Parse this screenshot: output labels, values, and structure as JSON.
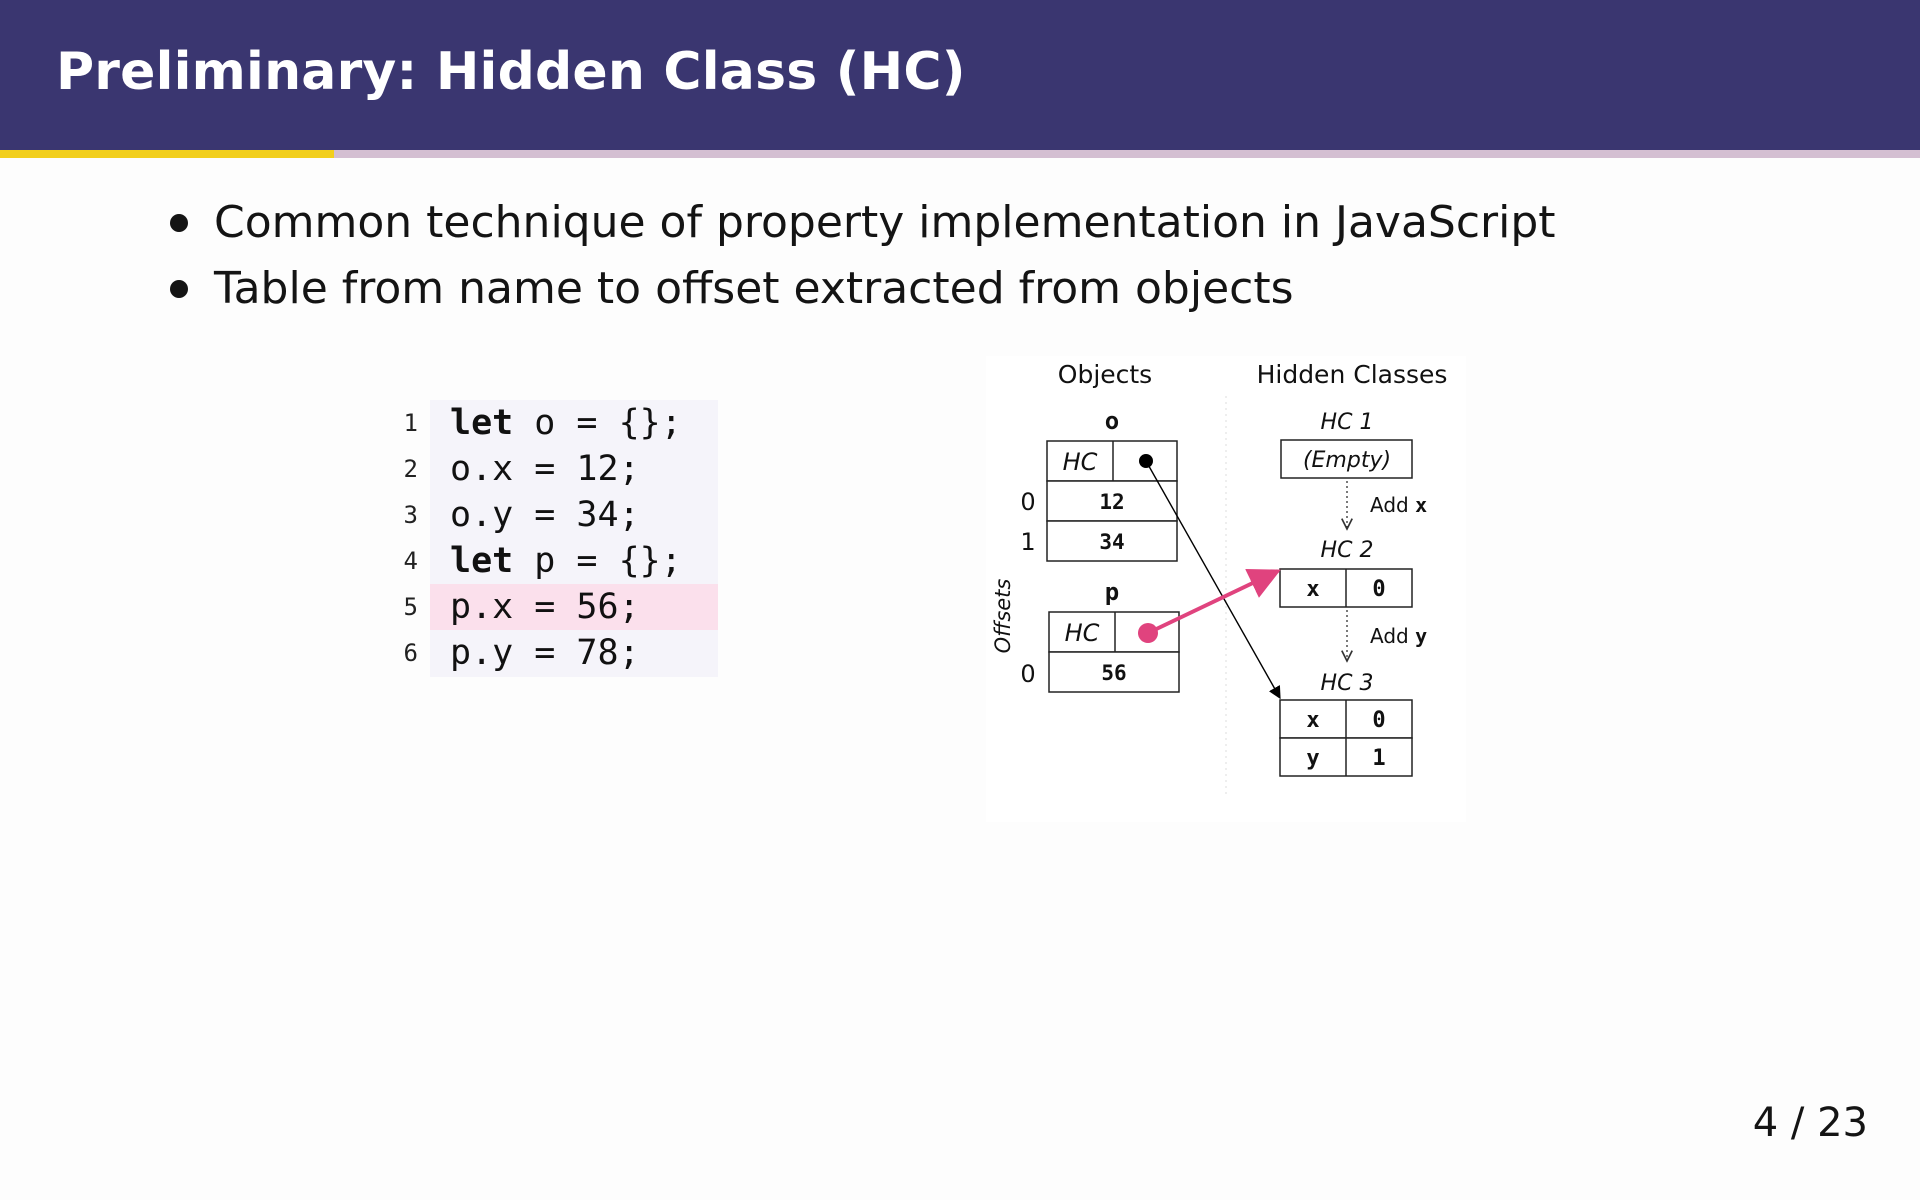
{
  "slide": {
    "title": "Preliminary: Hidden Class (HC)",
    "progress_fraction": 0.174,
    "bullets": [
      "Common technique of property implementation in JavaScript",
      "Table from name to offset extracted from objects"
    ],
    "page": "4 / 23"
  },
  "code": {
    "lines": [
      {
        "num": "1",
        "kw": "let",
        "rest": " o = {};",
        "highlight": false
      },
      {
        "num": "2",
        "kw": "",
        "rest": "o.x = 12;",
        "highlight": false
      },
      {
        "num": "3",
        "kw": "",
        "rest": "o.y = 34;",
        "highlight": false
      },
      {
        "num": "4",
        "kw": "let",
        "rest": " p = {};",
        "highlight": false
      },
      {
        "num": "5",
        "kw": "",
        "rest": "p.x = 56;",
        "highlight": true
      },
      {
        "num": "6",
        "kw": "",
        "rest": "p.y = 78;",
        "highlight": false
      }
    ]
  },
  "diagram": {
    "objects_header": "Objects",
    "hidden_classes_header": "Hidden Classes",
    "offsets_label": "Offsets",
    "object_o": {
      "name": "o",
      "hc_label": "HC",
      "values": [
        "12",
        "34"
      ],
      "offsets": [
        "0",
        "1"
      ]
    },
    "object_p": {
      "name": "p",
      "hc_label": "HC",
      "values": [
        "56"
      ],
      "offsets": [
        "0"
      ]
    },
    "hc1": {
      "name": "HC 1",
      "content": "(Empty)"
    },
    "transition_1": {
      "label": "Add",
      "prop": "x"
    },
    "hc2": {
      "name": "HC 2",
      "rows": [
        [
          "x",
          "0"
        ]
      ]
    },
    "transition_2": {
      "label": "Add",
      "prop": "y"
    },
    "hc3": {
      "name": "HC 3",
      "rows": [
        [
          "x",
          "0"
        ],
        [
          "y",
          "1"
        ]
      ]
    },
    "colors": {
      "highlight_arrow": "#e0437e",
      "header_bg": "#3a3670",
      "progress_accent": "#f2cf1d"
    }
  }
}
